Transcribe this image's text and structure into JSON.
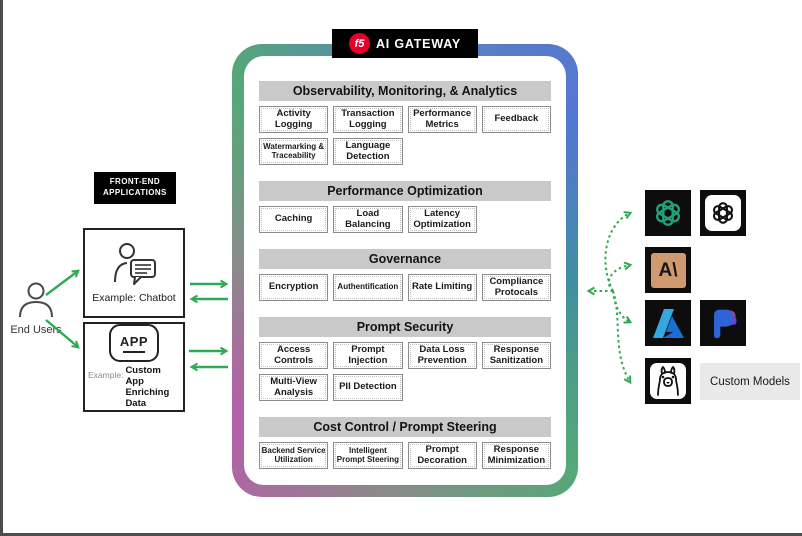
{
  "page": {
    "background": "#ffffff",
    "edge_color": "#4d4d4d",
    "arrow_color": "#2faa52"
  },
  "gateway": {
    "badge": {
      "brand": "f5",
      "label": "AI GATEWAY",
      "bg": "#000000",
      "brand_color": "#e4002b"
    },
    "border_gradient": {
      "top_left": "#55a877",
      "top_right": "#5577d2",
      "right_mid": "#3f8fa0",
      "bottom_right": "#55a877",
      "bottom_mid": "#8a8a8a",
      "bottom_left": "#b55fa8",
      "left_mid": "#8a8a8a"
    },
    "header_bg": "#c9c9c9",
    "sections": [
      {
        "title": "Observability, Monitoring, & Analytics",
        "rows": [
          [
            {
              "label": "Activity Logging"
            },
            {
              "label": "Transaction Logging"
            },
            {
              "label": "Performance Metrics"
            },
            {
              "label": "Feedback"
            }
          ],
          [
            {
              "label": "Watermarking & Traceability",
              "small": true
            },
            {
              "label": "Language Detection"
            }
          ]
        ]
      },
      {
        "title": "Performance Optimization",
        "rows": [
          [
            {
              "label": "Caching"
            },
            {
              "label": "Load Balancing"
            },
            {
              "label": "Latency Optimization"
            }
          ]
        ]
      },
      {
        "title": "Governance",
        "rows": [
          [
            {
              "label": "Encryption"
            },
            {
              "label": "Authentification",
              "small": true
            },
            {
              "label": "Rate Limiting"
            },
            {
              "label": "Compliance Protocals"
            }
          ]
        ]
      },
      {
        "title": "Prompt Security",
        "rows": [
          [
            {
              "label": "Access Controls"
            },
            {
              "label": "Prompt Injection"
            },
            {
              "label": "Data Loss Prevention"
            },
            {
              "label": "Response Sanitization"
            }
          ],
          [
            {
              "label": "Multi-View Analysis"
            },
            {
              "label": "PII Detection"
            }
          ]
        ]
      },
      {
        "title": "Cost Control / Prompt Steering",
        "rows": [
          [
            {
              "label": "Backend Service Utilization",
              "small": true
            },
            {
              "label": "Intelligent Prompt Steering",
              "small": true
            },
            {
              "label": "Prompt Decoration"
            },
            {
              "label": "Response Minimization"
            }
          ]
        ]
      }
    ]
  },
  "left": {
    "badge_line1": "FRONT-END",
    "badge_line2": "APPLICATIONS",
    "end_users_label": "End Users",
    "chatbot_label": "Example: Chatbot",
    "app_icon_text": "APP",
    "custom_app_prefix": "Example:",
    "custom_app_label": "Custom App Enriching Data"
  },
  "right": {
    "model_icons": [
      "openai-icon",
      "openai-icon-alt",
      "anthropic-icon",
      "azure-icon",
      "microsoft-ai-icon",
      "llama-icon"
    ],
    "anthropic_glyph": "A\\",
    "custom_models_label": "Custom Models"
  }
}
